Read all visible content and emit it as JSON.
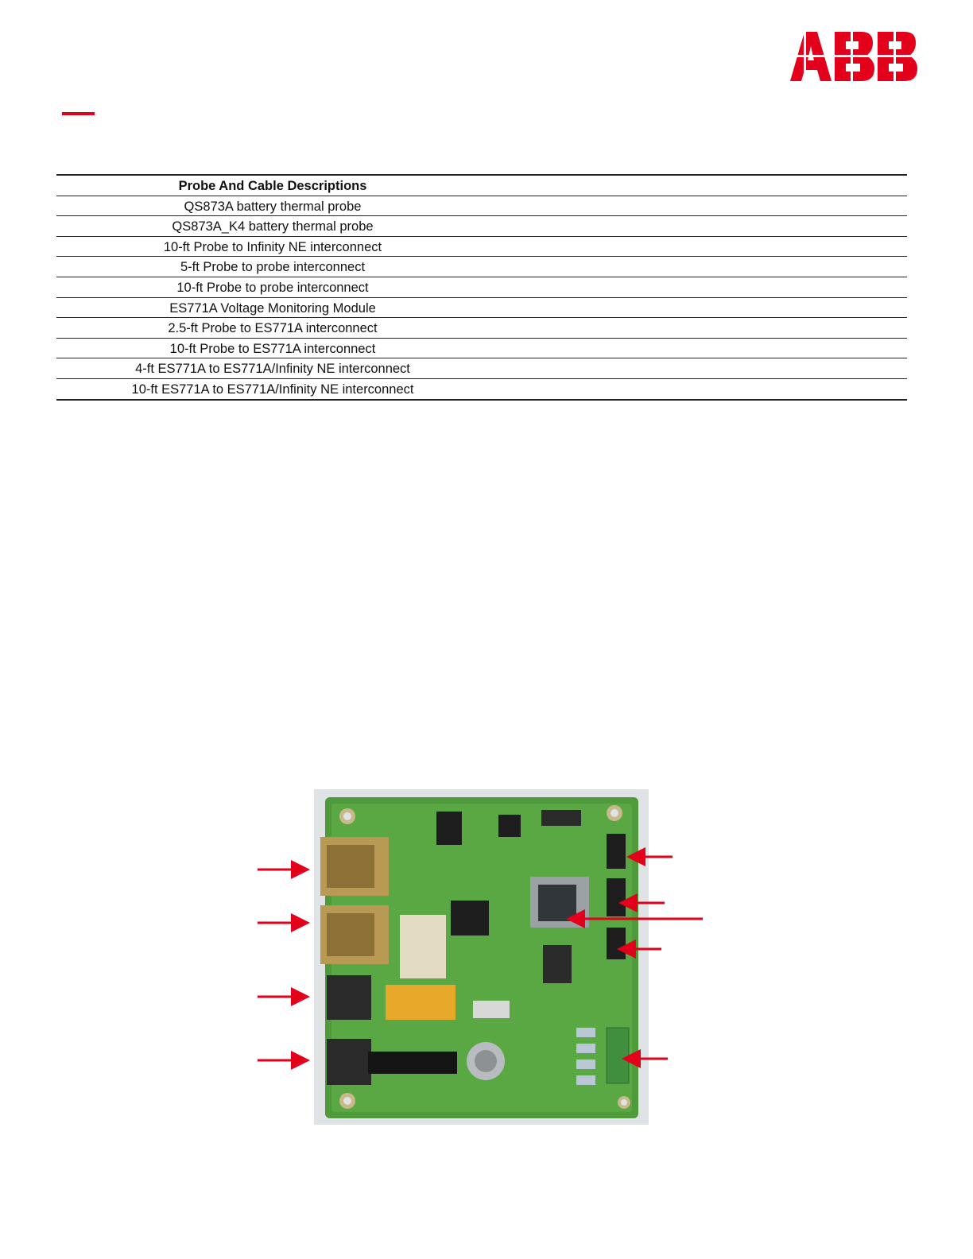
{
  "brand": {
    "name": "ABB",
    "color": "#e2001a"
  },
  "table": {
    "header": "Probe And Cable Descriptions",
    "rows": [
      "QS873A battery thermal probe",
      "QS873A_K4 battery thermal probe",
      "10-ft Probe to Infinity NE interconnect",
      "5-ft Probe to probe interconnect",
      "10-ft Probe to probe interconnect",
      "ES771A Voltage Monitoring Module",
      "2.5-ft Probe to ES771A interconnect",
      "10-ft Probe to ES771A interconnect",
      "4-ft ES771A to ES771A/Infinity NE interconnect",
      "10-ft ES771A to ES771A/Infinity NE interconnect"
    ]
  },
  "figure": {
    "subject": "ES771A circuit board photo",
    "arrow_color": "#e2001a"
  }
}
